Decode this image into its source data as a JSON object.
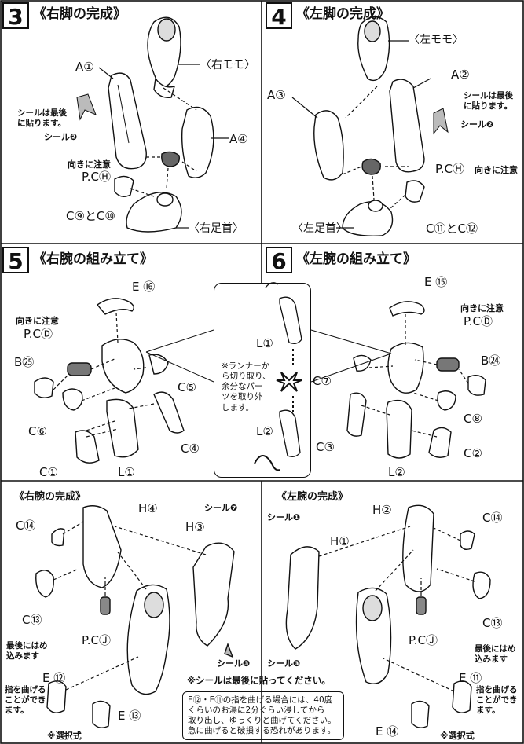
{
  "step3": {
    "number": "3",
    "title": "《右脚の完成》",
    "labels": {
      "right_thigh": "〈右モモ〉",
      "a1": "A①",
      "a4": "A④",
      "sticker_note": "シールは最後\nに貼ります。",
      "sticker": "シール❷",
      "direction_note": "向きに注意",
      "pc": "P.CⒽ",
      "c9c10": "C⑨とC⑩",
      "right_ankle": "〈右足首〉"
    }
  },
  "step4": {
    "number": "4",
    "title": "《左脚の完成》",
    "labels": {
      "left_thigh": "〈左モモ〉",
      "a2": "A②",
      "a3": "A③",
      "sticker_note": "シールは最後\nに貼ります。",
      "sticker": "シール❷",
      "pc": "P.CⒽ",
      "direction_note": "向きに注意",
      "left_ankle": "〈左足首〉",
      "c11c12": "C⑪とC⑫"
    }
  },
  "step5": {
    "number": "5",
    "title": "《右腕の組み立て》",
    "labels": {
      "e16": "E ⑯",
      "direction_note": "向きに注意",
      "pc": "P.CⒹ",
      "b25": "B㉕",
      "c5": "C⑤",
      "c6": "C⑥",
      "c4": "C④",
      "c1": "C①",
      "l1": "L①"
    }
  },
  "runner": {
    "l1": "L①",
    "l2": "L②",
    "note": "※ランナーか\nら切り取り、\n余分なパー\nツを取り外\nします。"
  },
  "step6": {
    "number": "6",
    "title": "《左腕の組み立て》",
    "labels": {
      "e15": "E ⑮",
      "direction_note": "向きに注意",
      "pc": "P.CⒹ",
      "b24": "B㉔",
      "c7": "C⑦",
      "c8": "C⑧",
      "c3": "C③",
      "c2": "C②",
      "l2": "L②"
    }
  },
  "right_arm_complete": {
    "title": "《右腕の完成》",
    "labels": {
      "c14": "C⑭",
      "h4": "H④",
      "h3": "H③",
      "sticker_top": "シール❼",
      "c13": "C⑬",
      "pc": "P.CⒿ",
      "last_fit": "最後にはめ\n込みます",
      "e12": "E ⑫",
      "bend_note": "指を曲げる\nことができ\nます。",
      "e13": "E ⑬",
      "optional": "※選択式",
      "sticker_bottom": "シール❸"
    }
  },
  "left_arm_complete": {
    "title": "《左腕の完成》",
    "labels": {
      "sticker_top": "シール❶",
      "h2": "H②",
      "h1": "H①",
      "c14": "C⑭",
      "c13": "C⑬",
      "pc": "P.CⒿ",
      "last_fit": "最後にはめ\n込みます",
      "e11": "E ⑪",
      "bend_note": "指を曲げる\nことができ\nます。",
      "e14": "E ⑭",
      "optional": "※選択式",
      "sticker_bottom": "シール❸"
    }
  },
  "caution": {
    "headline": "※シールは最後に貼ってください。",
    "body": "E⑫・E⑪の指を曲げる場合には、40度\nくらいのお湯に2分ぐらい浸してから\n取り出し、ゆっくりと曲げてください。\n急に曲げると破損する恐れがあります。"
  }
}
